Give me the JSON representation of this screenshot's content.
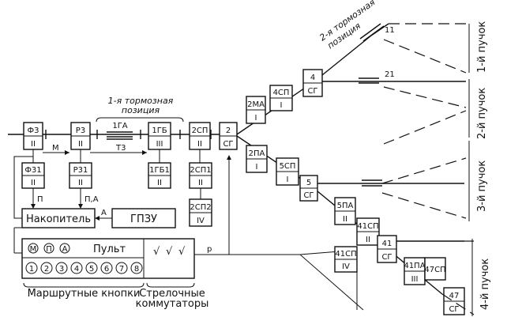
{
  "diagram": {
    "top_label_line1": "1-я тормозная",
    "top_label_line2": "позиция",
    "second_label_line1": "2-я тормозная",
    "second_label_line2": "позиция",
    "beams": [
      "1-й пучок",
      "2-й пучок",
      "3-й пучок",
      "4-й пучок"
    ],
    "labels": {
      "m": "М",
      "t3": "Т3",
      "p": "П",
      "pa": "П,А",
      "a": "А",
      "r": "р",
      "track_11": "11",
      "track_21": "21"
    },
    "boxes": {
      "f3": {
        "top": "Ф3",
        "bottom": "II"
      },
      "r3": {
        "top": "Р3",
        "bottom": "II"
      },
      "g1b": {
        "top": "1ГБ",
        "bottom": "III"
      },
      "sp2": {
        "top": "2СП",
        "bottom": "II"
      },
      "f31": {
        "top": "Ф31",
        "bottom": "II"
      },
      "r31": {
        "top": "Р31",
        "bottom": "II"
      },
      "g1b1": {
        "top": "1ГБ1",
        "bottom": "II"
      },
      "sp21": {
        "top": "2СП1",
        "bottom": "II"
      },
      "sp22": {
        "top": "2СП2",
        "bottom": "IV"
      },
      "accumulator": "Накопитель",
      "gpzu": "ГПЗУ",
      "switch2": {
        "top": "2",
        "bottom": "СГ"
      },
      "ma2": {
        "top": "2МА",
        "bottom": "I"
      },
      "sp4": {
        "top": "4СП",
        "bottom": "I"
      },
      "switch4": {
        "top": "4",
        "bottom": "СГ"
      },
      "pa2": {
        "top": "2ПА",
        "bottom": "I"
      },
      "sp5": {
        "top": "5СП",
        "bottom": "I"
      },
      "switch5": {
        "top": "5",
        "bottom": "СГ"
      },
      "pa5": {
        "top": "5ПА",
        "bottom": "II"
      },
      "sp41": {
        "top": "41СП",
        "bottom": "II"
      },
      "sp41a": {
        "top": "41СП",
        "bottom": "IV"
      },
      "switch41": {
        "top": "41",
        "bottom": "СГ"
      },
      "pa41": {
        "top": "41ПА",
        "bottom": "III"
      },
      "sp47": {
        "top": "47СП",
        "bottom": ""
      },
      "switch47": {
        "top": "47",
        "bottom": "СГ"
      }
    },
    "track_label_1ga": "1ГА",
    "panel": {
      "mode_buttons": [
        "М",
        "П",
        "А"
      ],
      "title": "Пульт",
      "checks": [
        "√",
        "√",
        "√"
      ],
      "route_buttons": [
        "1",
        "2",
        "3",
        "4",
        "5",
        "6",
        "7",
        "8"
      ]
    },
    "caption_route": "Маршрутные кнопки",
    "caption_switch_line1": "Стрелочные",
    "caption_switch_line2": "коммутаторы"
  }
}
